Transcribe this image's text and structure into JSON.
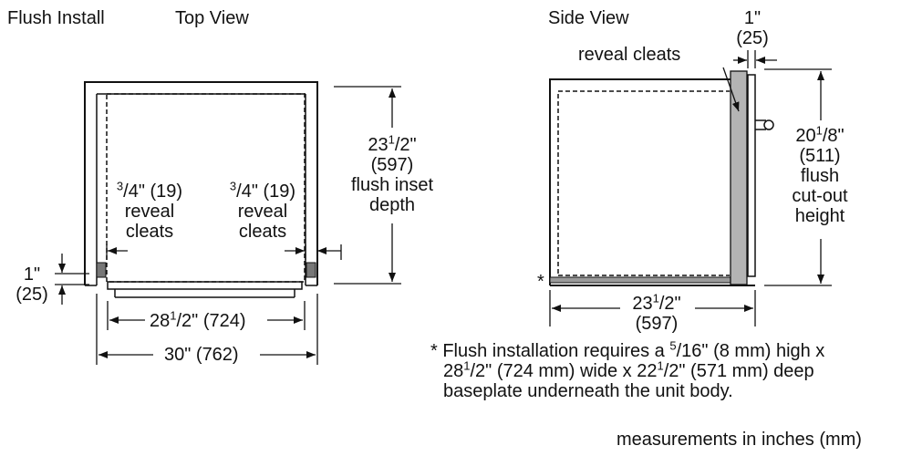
{
  "labels": {
    "flush_install": "Flush Install",
    "top_view": "Top View",
    "side_view": "Side View",
    "measure_note": "measurements in inches (mm)"
  },
  "top_view": {
    "depth": {
      "int": "23",
      "frac_num": "1",
      "frac_den": "2",
      "unit": "\"",
      "mm": "(597)",
      "line1": "flush inset",
      "line2": "depth"
    },
    "left_cleat": {
      "frac_num": "3",
      "frac_den": "4",
      "rest": "\" (19)",
      "line1": "reveal",
      "line2": "cleats"
    },
    "right_cleat": {
      "frac_num": "3",
      "frac_den": "4",
      "rest": "\" (19)",
      "line1": "reveal",
      "line2": "cleats"
    },
    "side_offset": {
      "in": "1\"",
      "mm": "(25)"
    },
    "inner_width": {
      "int": "28",
      "frac_num": "1",
      "frac_den": "2",
      "rest": "\" (724)"
    },
    "outer_width": {
      "text": "30\" (762)"
    }
  },
  "side_view": {
    "reveal_cleats": "reveal cleats",
    "top_offset": {
      "in": "1\"",
      "mm": "(25)"
    },
    "height": {
      "int": "20",
      "frac_num": "1",
      "frac_den": "8",
      "unit": "\"",
      "mm": "(511)",
      "line1": "flush",
      "line2": "cut-out",
      "line3": "height"
    },
    "depth": {
      "int": "23",
      "frac_num": "1",
      "frac_den": "2",
      "unit": "\"",
      "mm": "(597)"
    },
    "asterisk": "*"
  },
  "footnote": {
    "line1_a": "* Flush installation requires a ",
    "line1_num": "5",
    "line1_den": "16",
    "line1_b": "\" (8 mm) high x",
    "line2_a": "28",
    "line2_num": "1",
    "line2_den": "2",
    "line2_b": "\" (724 mm) wide x 22",
    "line2_num2": "1",
    "line2_den2": "2",
    "line2_c": "\" (571 mm) deep",
    "line3": "baseplate underneath the unit body."
  }
}
